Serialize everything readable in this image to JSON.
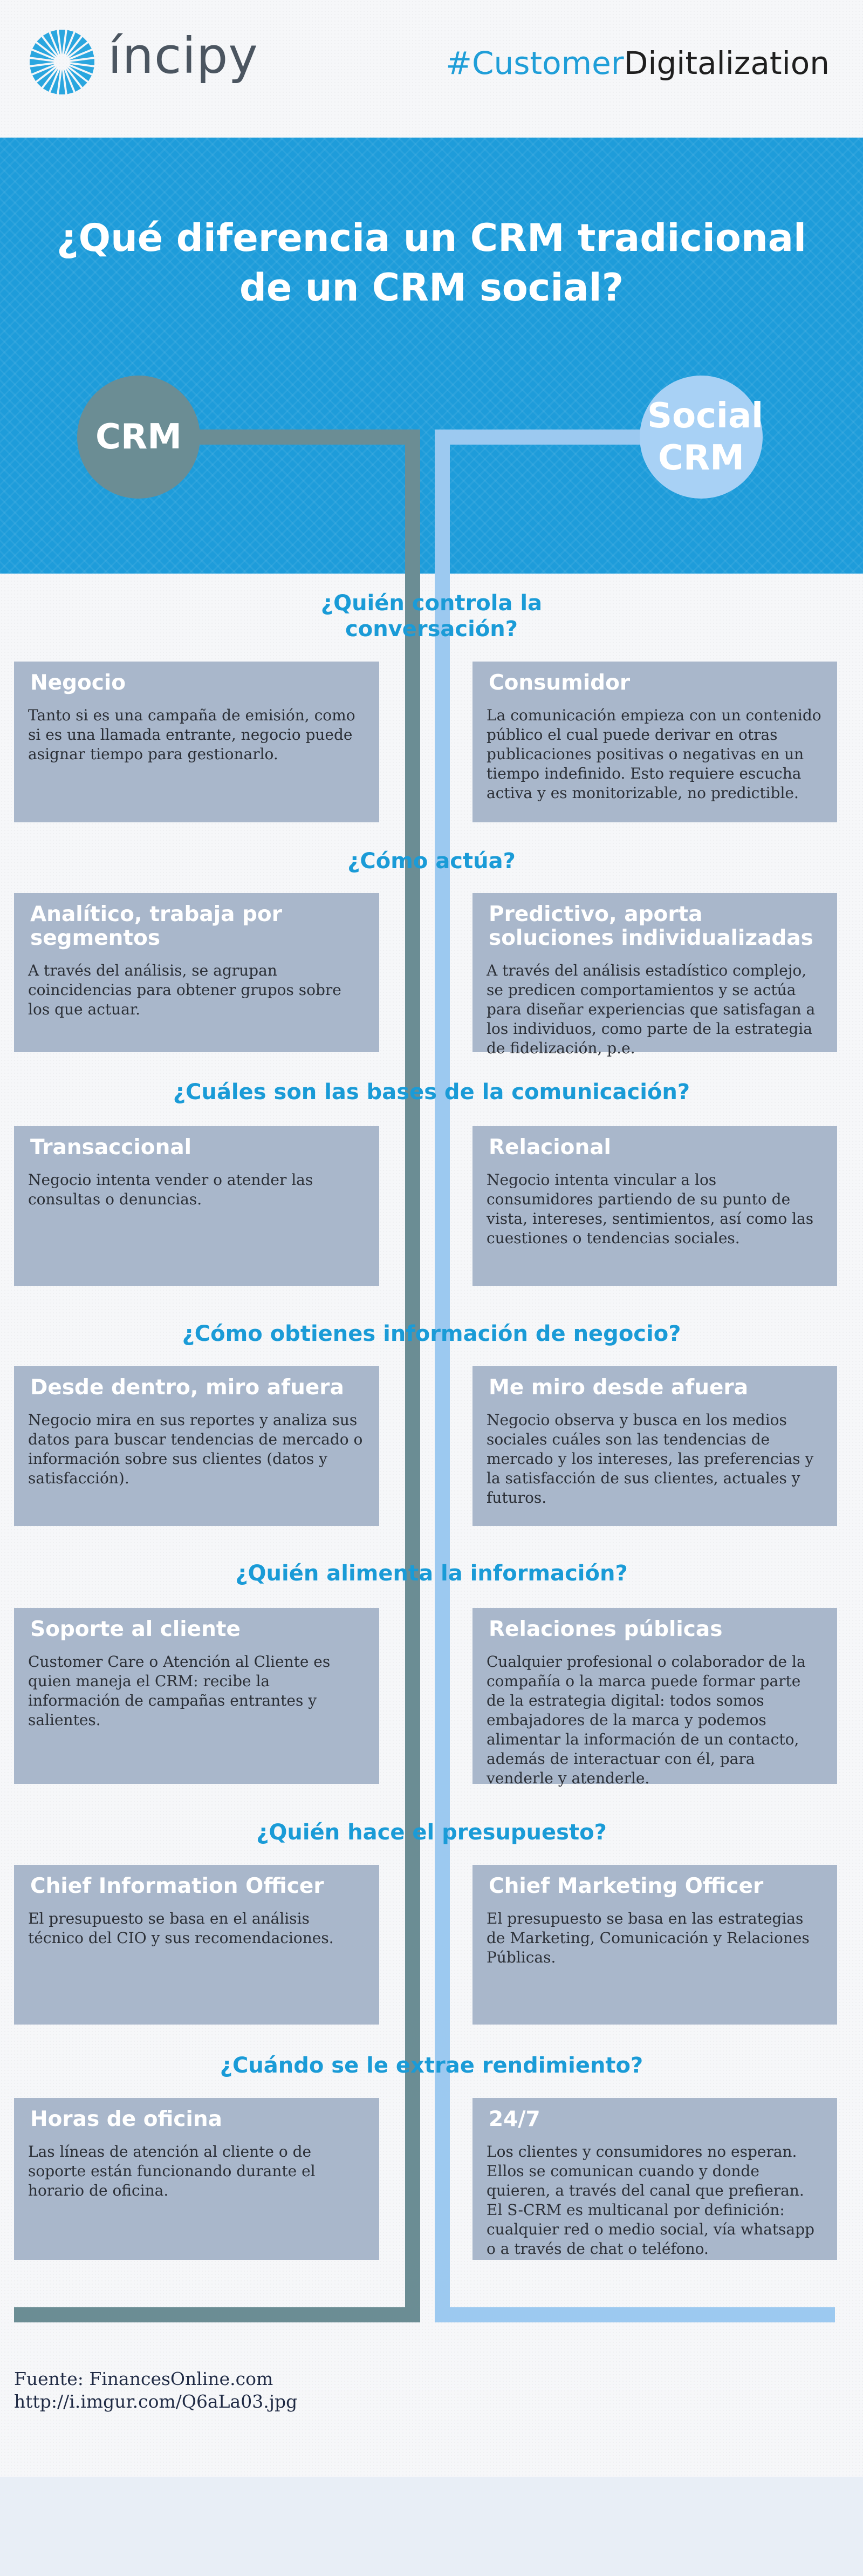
{
  "header": {
    "logo_text": "íncipy",
    "hashtag_part1": "#Customer",
    "hashtag_part2": "Digitalization"
  },
  "hero": {
    "title_line1": "¿Qué diferencia un CRM tradicional",
    "title_line2": "de un CRM social?",
    "left_circle": "CRM",
    "right_circle_line1": "Social",
    "right_circle_line2": "CRM"
  },
  "colors": {
    "brand_blue": "#1e9cda",
    "question_blue": "#1a9bd7",
    "card_bg": "#a9b7cb",
    "crm_line": "#6b8d94",
    "social_line": "#9cc9f0"
  },
  "sections": [
    {
      "question": "¿Quién controla la\nconversación?",
      "left": {
        "title": "Negocio",
        "body": "Tanto si es una campaña de emisión, como si es una llamada entrante, negocio puede asignar tiempo para gestionarlo."
      },
      "right": {
        "title": "Consumidor",
        "body": "La comunicación empieza con un contenido público el cual puede derivar en otras publicaciones positivas o negativas en un tiempo indefinido. Esto requiere escucha activa y es monitorizable, no predictible."
      }
    },
    {
      "question": "¿Cómo actúa?",
      "left": {
        "title": "Analítico, trabaja por segmentos",
        "body": "A través del análisis, se agrupan coincidencias para obtener grupos sobre los que actuar."
      },
      "right": {
        "title": "Predictivo, aporta soluciones individualizadas",
        "body": "A través del análisis estadístico complejo, se predicen comportamientos y se actúa para diseñar experiencias que satisfagan a los individuos, como parte de la estrategia de fidelización, p.e."
      }
    },
    {
      "question": "¿Cuáles son las bases de la comunicación?",
      "left": {
        "title": "Transaccional",
        "body": "Negocio intenta vender o atender las consultas o denuncias."
      },
      "right": {
        "title": "Relacional",
        "body": "Negocio intenta vincular a los consumidores partiendo de su punto de vista, intereses, sentimientos, así como las cuestiones o tendencias sociales."
      }
    },
    {
      "question": "¿Cómo obtienes información de negocio?",
      "left": {
        "title": "Desde dentro, miro afuera",
        "body": "Negocio mira en sus reportes y analiza sus datos para buscar tendencias de mercado o información sobre sus clientes (datos y satisfacción)."
      },
      "right": {
        "title": "Me miro desde afuera",
        "body": "Negocio observa y busca en los medios sociales cuáles son las tendencias de mercado y los intereses, las preferencias y la satisfacción de sus clientes, actuales y futuros."
      }
    },
    {
      "question": "¿Quién alimenta la información?",
      "left": {
        "title": "Soporte al cliente",
        "body": "Customer Care o Atención al Cliente es quien maneja el CRM: recibe la información de campañas entrantes y salientes."
      },
      "right": {
        "title": "Relaciones públicas",
        "body": "Cualquier profesional o colaborador de la compañía o la marca puede formar parte de la estrategia digital: todos somos embajadores de la marca y podemos alimentar la información de un contacto, además de interactuar con él, para venderle y atenderle."
      }
    },
    {
      "question": "¿Quién hace el presupuesto?",
      "left": {
        "title": "Chief Information Officer",
        "body": "El presupuesto se basa en el análisis técnico del CIO y sus recomendaciones."
      },
      "right": {
        "title": "Chief Marketing Officer",
        "body": "El presupuesto se basa en las estrategias de Marketing, Comunicación y Relaciones Públicas."
      }
    },
    {
      "question": "¿Cuándo se le extrae rendimiento?",
      "left": {
        "title": "Horas de oficina",
        "body": "Las líneas de atención al cliente o de soporte están funcionando durante el horario de oficina."
      },
      "right": {
        "title": "24/7",
        "body": "Los clientes y consumidores no esperan. Ellos se comunican cuando y donde quieren, a través del canal que prefieran. El S-CRM es multicanal por definición: cualquier red o medio social, vía whatsapp o a través de chat o teléfono."
      }
    }
  ],
  "source": {
    "line1": "Fuente: FinancesOnline.com",
    "line2": "http://i.imgur.com/Q6aLa03.jpg"
  }
}
